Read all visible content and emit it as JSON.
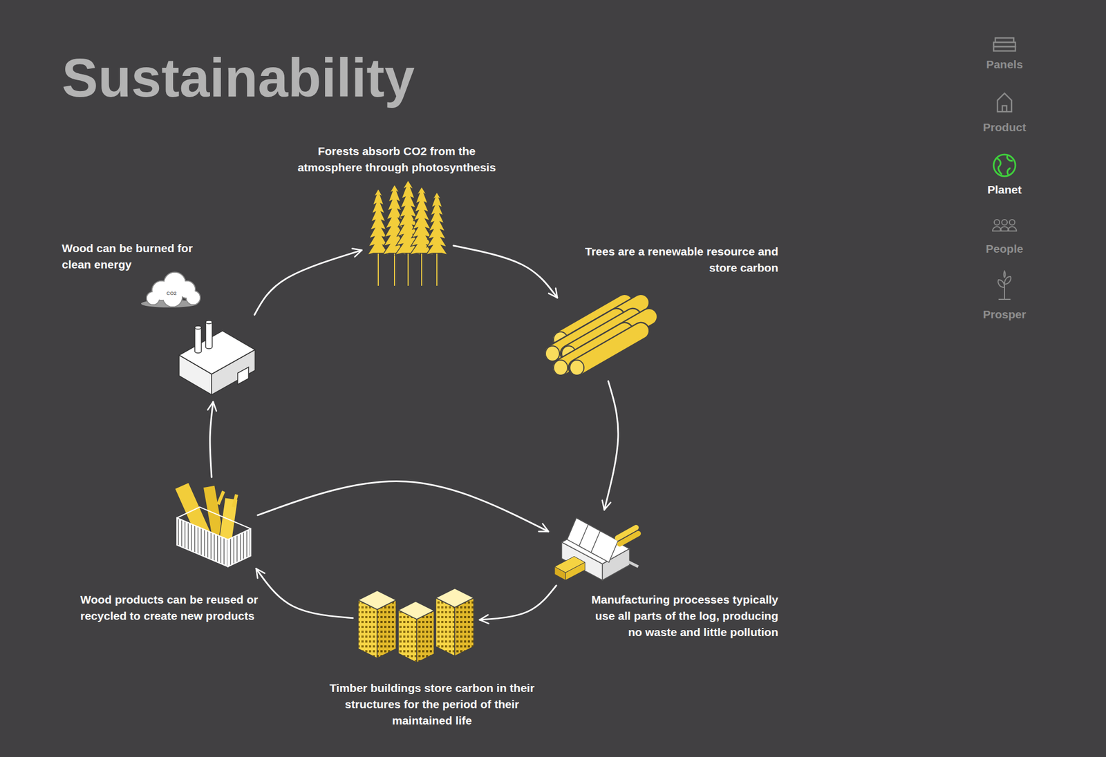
{
  "diagram": {
    "title": "Sustainability",
    "nodes": [
      {
        "text": [
          "Forests absorb CO2 from the atmosphere through photosynthesis"
        ]
      },
      {
        "text": [
          "Trees are a renewable resource and store carbon"
        ]
      },
      {
        "text": [
          "Manufacturing processes typically use all parts of the log, producing no waste and little pollution"
        ]
      },
      {
        "text": [
          "Timber buildings store carbon in their structures for the period of their maintained life"
        ]
      },
      {
        "text": [
          "Wood products can be reused or recycled to create new products"
        ]
      },
      {
        "text": [
          "Wood can be burned for clean energy"
        ]
      }
    ],
    "edges": [
      {
        "from": 0,
        "to": 1,
        "arrow": "to"
      },
      {
        "from": 1,
        "to": 2,
        "arrow": "to"
      },
      {
        "from": 2,
        "to": 3,
        "arrow": "to"
      },
      {
        "from": 3,
        "to": 4,
        "arrow": "to"
      },
      {
        "from": 4,
        "to": 2,
        "arrow": "to"
      },
      {
        "from": 4,
        "to": 5,
        "arrow": "to"
      },
      {
        "from": 5,
        "to": 0,
        "arrow": "to"
      }
    ],
    "labels": [
      "Panels",
      "Product",
      "Planet",
      "People",
      "Prosper",
      "CO2"
    ]
  }
}
